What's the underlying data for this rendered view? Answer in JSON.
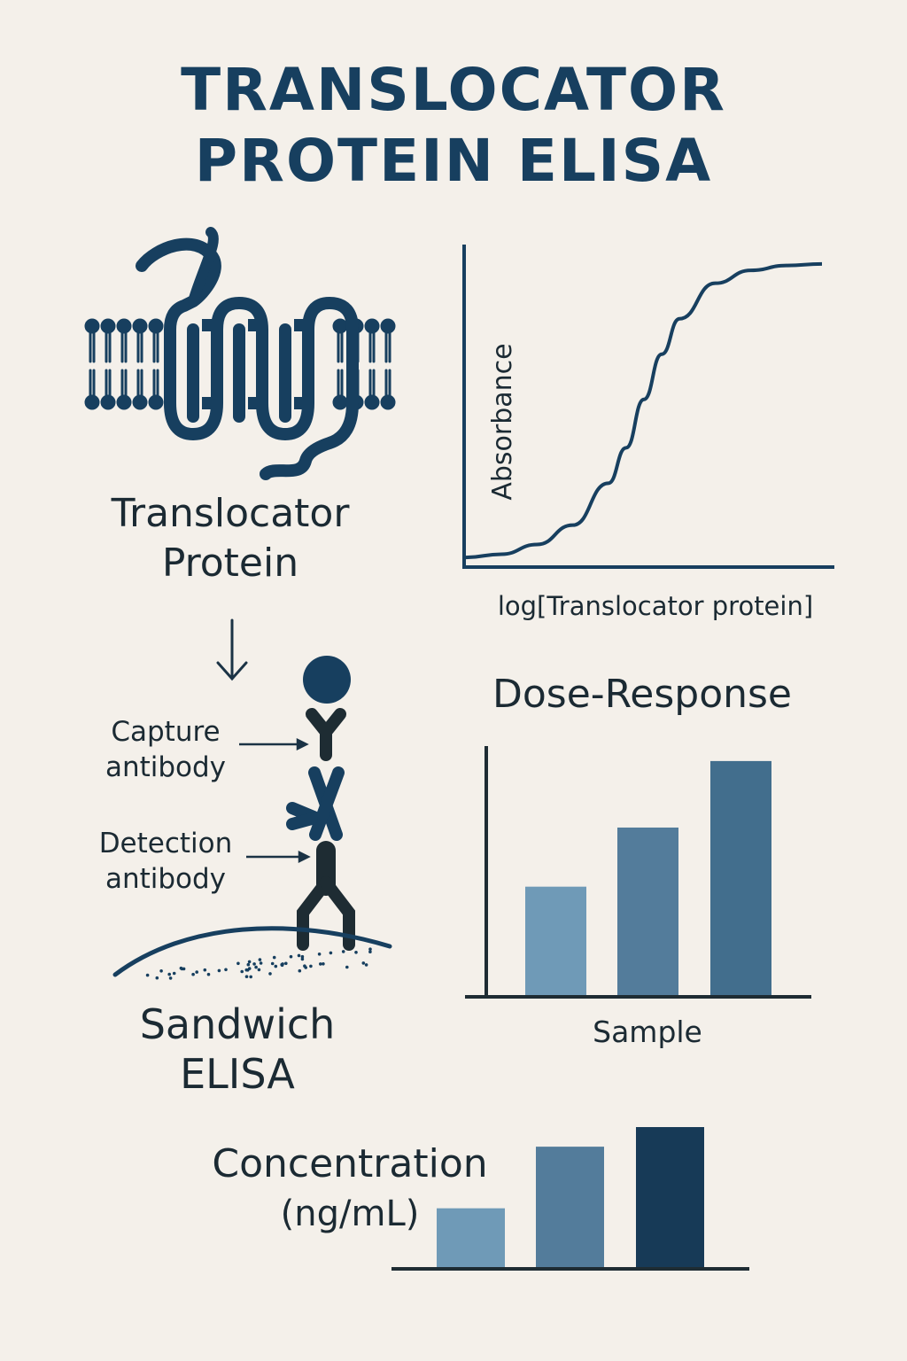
{
  "title": {
    "line1": "TRANSLOCATOR",
    "line2": "PROTEIN ELISA"
  },
  "protein_label": {
    "line1": "Translocator",
    "line2": "Protein"
  },
  "sandwich": {
    "capture_line1": "Capture",
    "capture_line2": "antibody",
    "detection_line1": "Detection",
    "detection_line2": "antibody",
    "label_line1": "Sandwich",
    "label_line2": "ELISA"
  },
  "icons": [
    "membrane-protein-icon",
    "down-arrow-icon",
    "antibody-icon",
    "well-surface-icon"
  ],
  "colors": {
    "navy": "#173f5f",
    "bar_light": "#6f9ab7",
    "bar_mid": "#537c9b",
    "bar_dark": "#426e8d",
    "bar_darkest": "#173a57",
    "background": "#f4f0ea"
  },
  "chart_data": [
    {
      "type": "line",
      "title": "",
      "xlabel": "log[Translocator protein]",
      "ylabel": "Absorbance",
      "grid": false,
      "series": [
        {
          "x": [
            0,
            0.1,
            0.2,
            0.3,
            0.4,
            0.45,
            0.5,
            0.55,
            0.6,
            0.7,
            0.8,
            0.9,
            1.0
          ],
          "y": [
            0.03,
            0.04,
            0.07,
            0.13,
            0.26,
            0.37,
            0.52,
            0.66,
            0.77,
            0.88,
            0.92,
            0.935,
            0.94
          ]
        }
      ]
    },
    {
      "type": "bar",
      "title": "Dose-Response",
      "xlabel": "Sample",
      "ylabel": "",
      "categories": [
        "",
        "",
        ""
      ],
      "values": [
        44,
        68,
        95
      ],
      "ylim": [
        0,
        100
      ]
    },
    {
      "type": "bar",
      "title": "",
      "xlabel": "Concentration (ng/mL)",
      "ylabel": "",
      "label_line1": "Concentration",
      "label_line2": "(ng/mL)",
      "categories": [
        "",
        "",
        ""
      ],
      "values": [
        42,
        86,
        100
      ],
      "ylim": [
        0,
        100
      ]
    }
  ]
}
